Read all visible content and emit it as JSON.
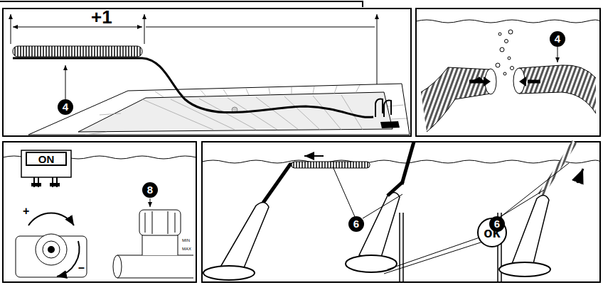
{
  "diagram": {
    "nodes": [
      {
        "text": [
          "ON"
        ]
      },
      {
        "text": [
          "ok"
        ]
      }
    ],
    "labels": [
      "+1",
      "4",
      "4",
      "8",
      "+",
      "–",
      "MIN",
      "MAX",
      "6",
      "6"
    ]
  }
}
